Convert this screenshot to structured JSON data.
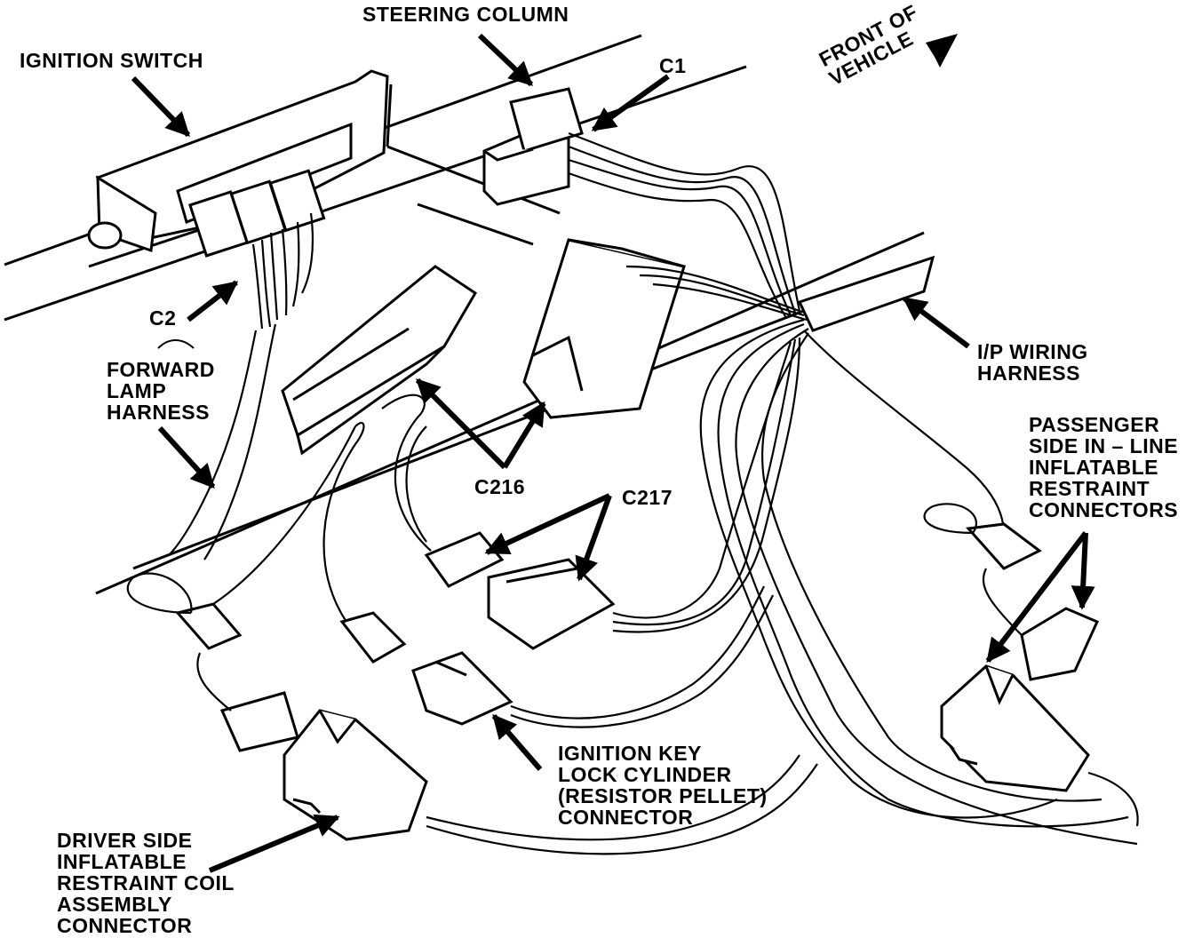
{
  "labels": {
    "steering_column": "STEERING COLUMN",
    "ignition_switch": "IGNITION SWITCH",
    "c1": "C1",
    "front_of_vehicle": [
      "FRONT OF",
      "VEHICLE"
    ],
    "c2": "C2",
    "forward_lamp_harness": [
      "FORWARD",
      "LAMP",
      "HARNESS"
    ],
    "ip_wiring_harness": [
      "I/P WIRING",
      "HARNESS"
    ],
    "passenger_side": [
      "PASSENGER",
      "SIDE IN – LINE",
      "INFLATABLE",
      "RESTRAINT",
      "CONNECTORS"
    ],
    "c216": "C216",
    "c217": "C217",
    "ignition_key": [
      "IGNITION KEY",
      "LOCK CYLINDER",
      "(RESISTOR PELLET)",
      "CONNECTOR"
    ],
    "driver_side": [
      "DRIVER SIDE",
      "INFLATABLE",
      "RESTRAINT COIL",
      "ASSEMBLY",
      "CONNECTOR"
    ]
  },
  "colors": {
    "ink": "#000000",
    "paper": "#ffffff"
  }
}
